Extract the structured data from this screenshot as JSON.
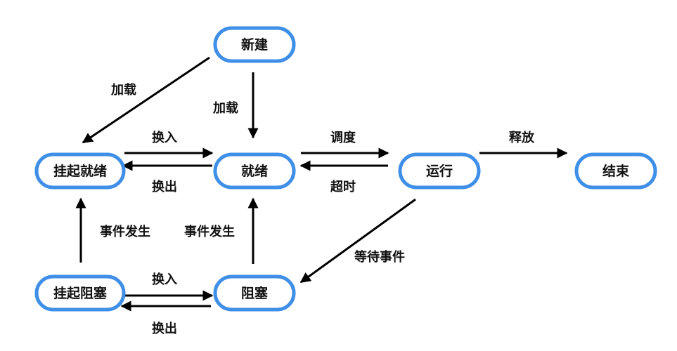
{
  "nodes": {
    "new": "新建",
    "ready": "就绪",
    "running": "运行",
    "terminated": "结束",
    "suspended_ready": "挂起就绪",
    "blocked": "阻塞",
    "suspended_blocked": "挂起阻塞"
  },
  "edges": {
    "new_to_suspended_ready": "加载",
    "new_to_ready": "加载",
    "suspended_ready_to_ready": "换入",
    "ready_to_suspended_ready": "换出",
    "ready_to_running": "调度",
    "running_to_ready": "超时",
    "running_to_terminated": "释放",
    "running_to_blocked": "等待事件",
    "suspended_blocked_to_suspended_ready": "事件发生",
    "blocked_to_ready": "事件发生",
    "suspended_blocked_to_blocked": "换入",
    "blocked_to_suspended_blocked": "换出"
  },
  "colors": {
    "node_border": "#3f8fe8",
    "arrow": "#000000",
    "text": "#111111"
  }
}
